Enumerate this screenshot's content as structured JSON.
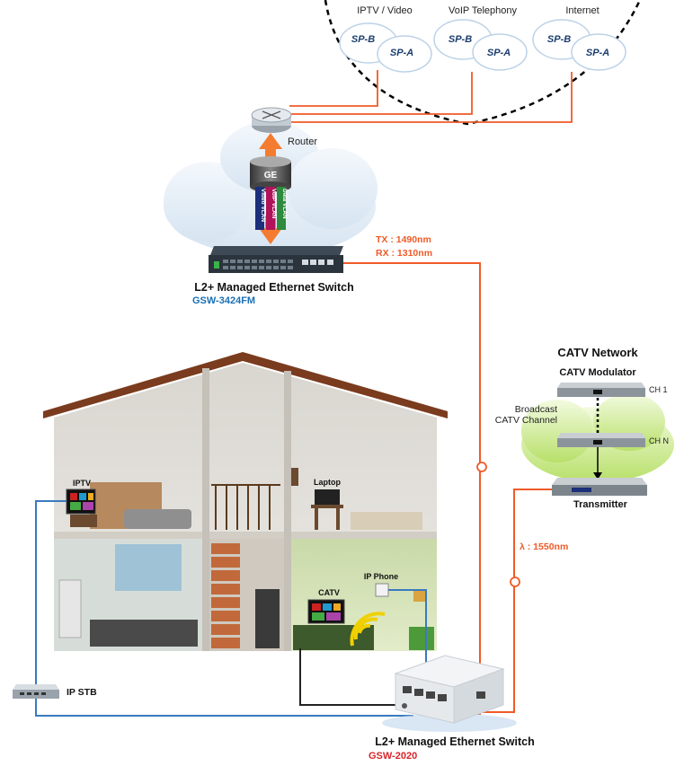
{
  "services": {
    "iptv_label": "IPTV / Video",
    "voip_label": "VoIP Telephony",
    "internet_label": "Internet",
    "sp_b": "SP-B",
    "sp_a": "SP-A"
  },
  "core": {
    "router_label": "Router",
    "ge_label": "GE",
    "vlan_video": "Video VLAN",
    "vlan_voip": "VoIP VLAN",
    "vlan_data": "Data VLAN",
    "tx_label": "TX : 1490nm",
    "rx_label": "RX : 1310nm",
    "switch_title": "L2+ Managed Ethernet Switch",
    "switch_model": "GSW-3424FM"
  },
  "catv": {
    "network_title": "CATV Network",
    "modulator_label": "CATV Modulator",
    "ch1_label": "CH 1",
    "chn_label": "CH N",
    "broadcast_line1": "Broadcast",
    "broadcast_line2": "CATV Channel",
    "transmitter_label": "Transmitter",
    "lambda_label": "λ : 1550nm"
  },
  "home": {
    "iptv_label": "IPTV",
    "laptop_label": "Laptop",
    "ip_phone_label": "IP Phone",
    "catv_label": "CATV",
    "ip_stb_label": "IP STB",
    "switch_title": "L2+ Managed Ethernet Switch",
    "switch_model": "GSW-2020"
  },
  "colors": {
    "fiber": "#f05a28",
    "ethernet": "#3a7abf",
    "coax": "#222222",
    "model_blue": "#1a6fb5",
    "model_red": "#d8232a"
  }
}
